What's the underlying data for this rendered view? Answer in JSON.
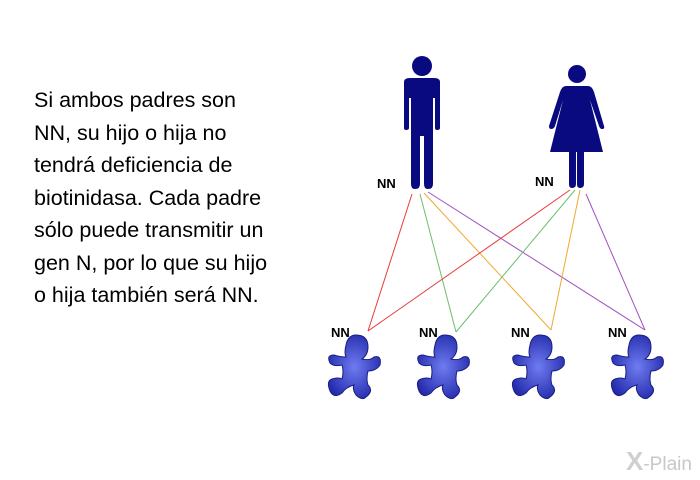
{
  "text": {
    "paragraph": "Si ambos padres son\nNN, su hijo o hija no\ntendrá deficiencia de\nbiotinidasa. Cada padre\nsólo puede transmitir un\ngen N, por lo que su hijo\no hija también será NN."
  },
  "parents": [
    {
      "role": "father",
      "genotype": "NN"
    },
    {
      "role": "mother",
      "genotype": "NN"
    }
  ],
  "children": [
    {
      "genotype": "NN",
      "line_colors": [
        "#e83a3a",
        "#e83a3a"
      ]
    },
    {
      "genotype": "NN",
      "line_colors": [
        "#6cbf6c",
        "#6cbf6c"
      ]
    },
    {
      "genotype": "NN",
      "line_colors": [
        "#f0a830",
        "#f0a830"
      ]
    },
    {
      "genotype": "NN",
      "line_colors": [
        "#a050c0",
        "#a050c0"
      ]
    }
  ],
  "colors": {
    "figure": "#0a0a80",
    "baby": "#3a44c8",
    "line_red": "#e83a3a",
    "line_green": "#6cbf6c",
    "line_orange": "#f0a830",
    "line_purple": "#a050c0"
  },
  "logo": {
    "x": "X",
    "text": "-Plain"
  }
}
